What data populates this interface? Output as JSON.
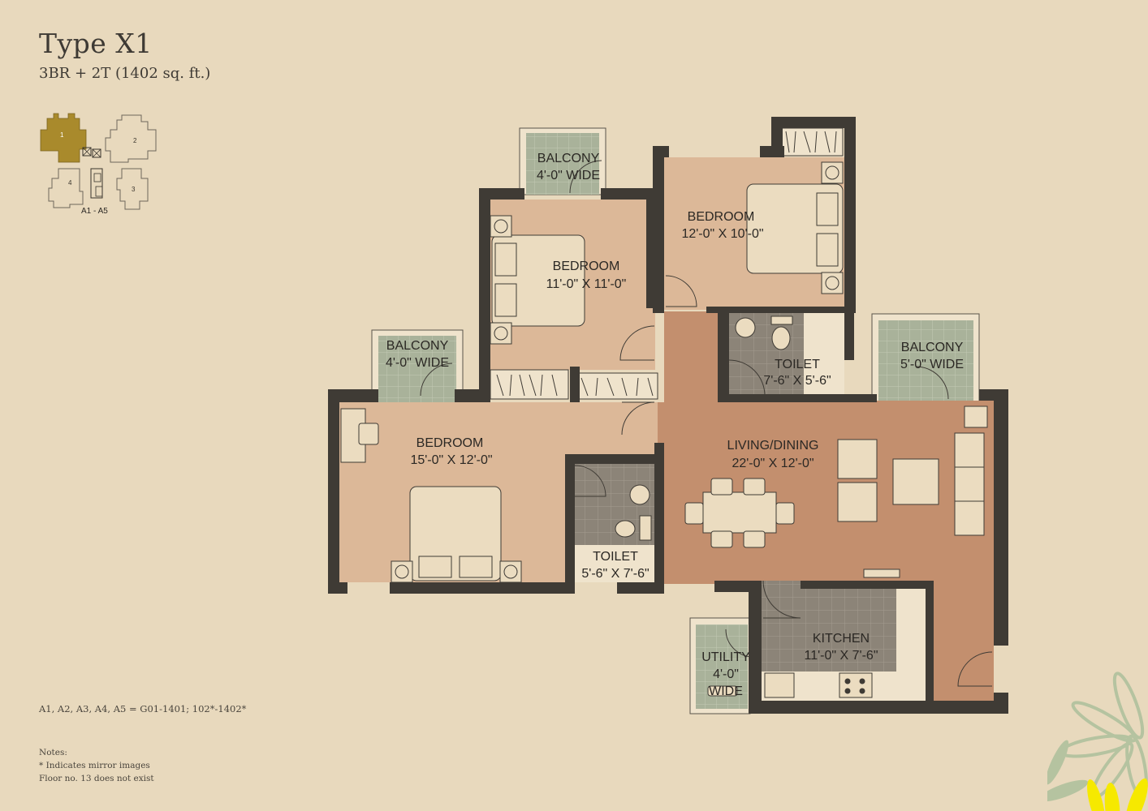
{
  "header": {
    "title": "Type X1",
    "subtitle": "3BR + 2T (1402 sq. ft.)"
  },
  "key_plan": {
    "label": "A1 - A5",
    "units": [
      "1",
      "2",
      "3",
      "4"
    ],
    "highlighted_unit": "1",
    "highlight_color": "#a98a2c"
  },
  "units_line": "A1, A2, A3, A4, A5 = G01-1401; 102*-1402*",
  "notes": {
    "heading": "Notes:",
    "items": [
      "* Indicates mirror images",
      "Floor no. 13 does not exist"
    ]
  },
  "colors": {
    "background": "#e8d9bd",
    "wall": "#3f3b35",
    "bedroom_floor": "#dcb898",
    "living_floor": "#c38f6e",
    "balcony_floor": "#a9b29a",
    "toilet_floor": "#8c8478",
    "furniture": "#ebdcc0"
  },
  "rooms": {
    "balcony_top": {
      "name": "BALCONY",
      "size": "4'-0\" WIDE"
    },
    "bedroom_1": {
      "name": "BEDROOM",
      "size": "11'-0\" X 11'-0\""
    },
    "bedroom_2": {
      "name": "BEDROOM",
      "size": "12'-0\" X 10'-0\""
    },
    "balcony_left": {
      "name": "BALCONY",
      "size": "4'-0\" WIDE"
    },
    "toilet_1": {
      "name": "TOILET",
      "size": "7'-6\" X 5'-6\""
    },
    "balcony_right": {
      "name": "BALCONY",
      "size": "5'-0\" WIDE"
    },
    "bedroom_3": {
      "name": "BEDROOM",
      "size": "15'-0\" X 12'-0\""
    },
    "living_dining": {
      "name": "LIVING/DINING",
      "size": "22'-0\" X 12'-0\""
    },
    "toilet_2": {
      "name": "TOILET",
      "size": "5'-6\" X 7'-6\""
    },
    "kitchen": {
      "name": "KITCHEN",
      "size": "11'-0\" X 7'-6\""
    },
    "utility": {
      "name": "UTILITY",
      "size_line1": "4'-0\"",
      "size_line2": "WIDE"
    }
  }
}
